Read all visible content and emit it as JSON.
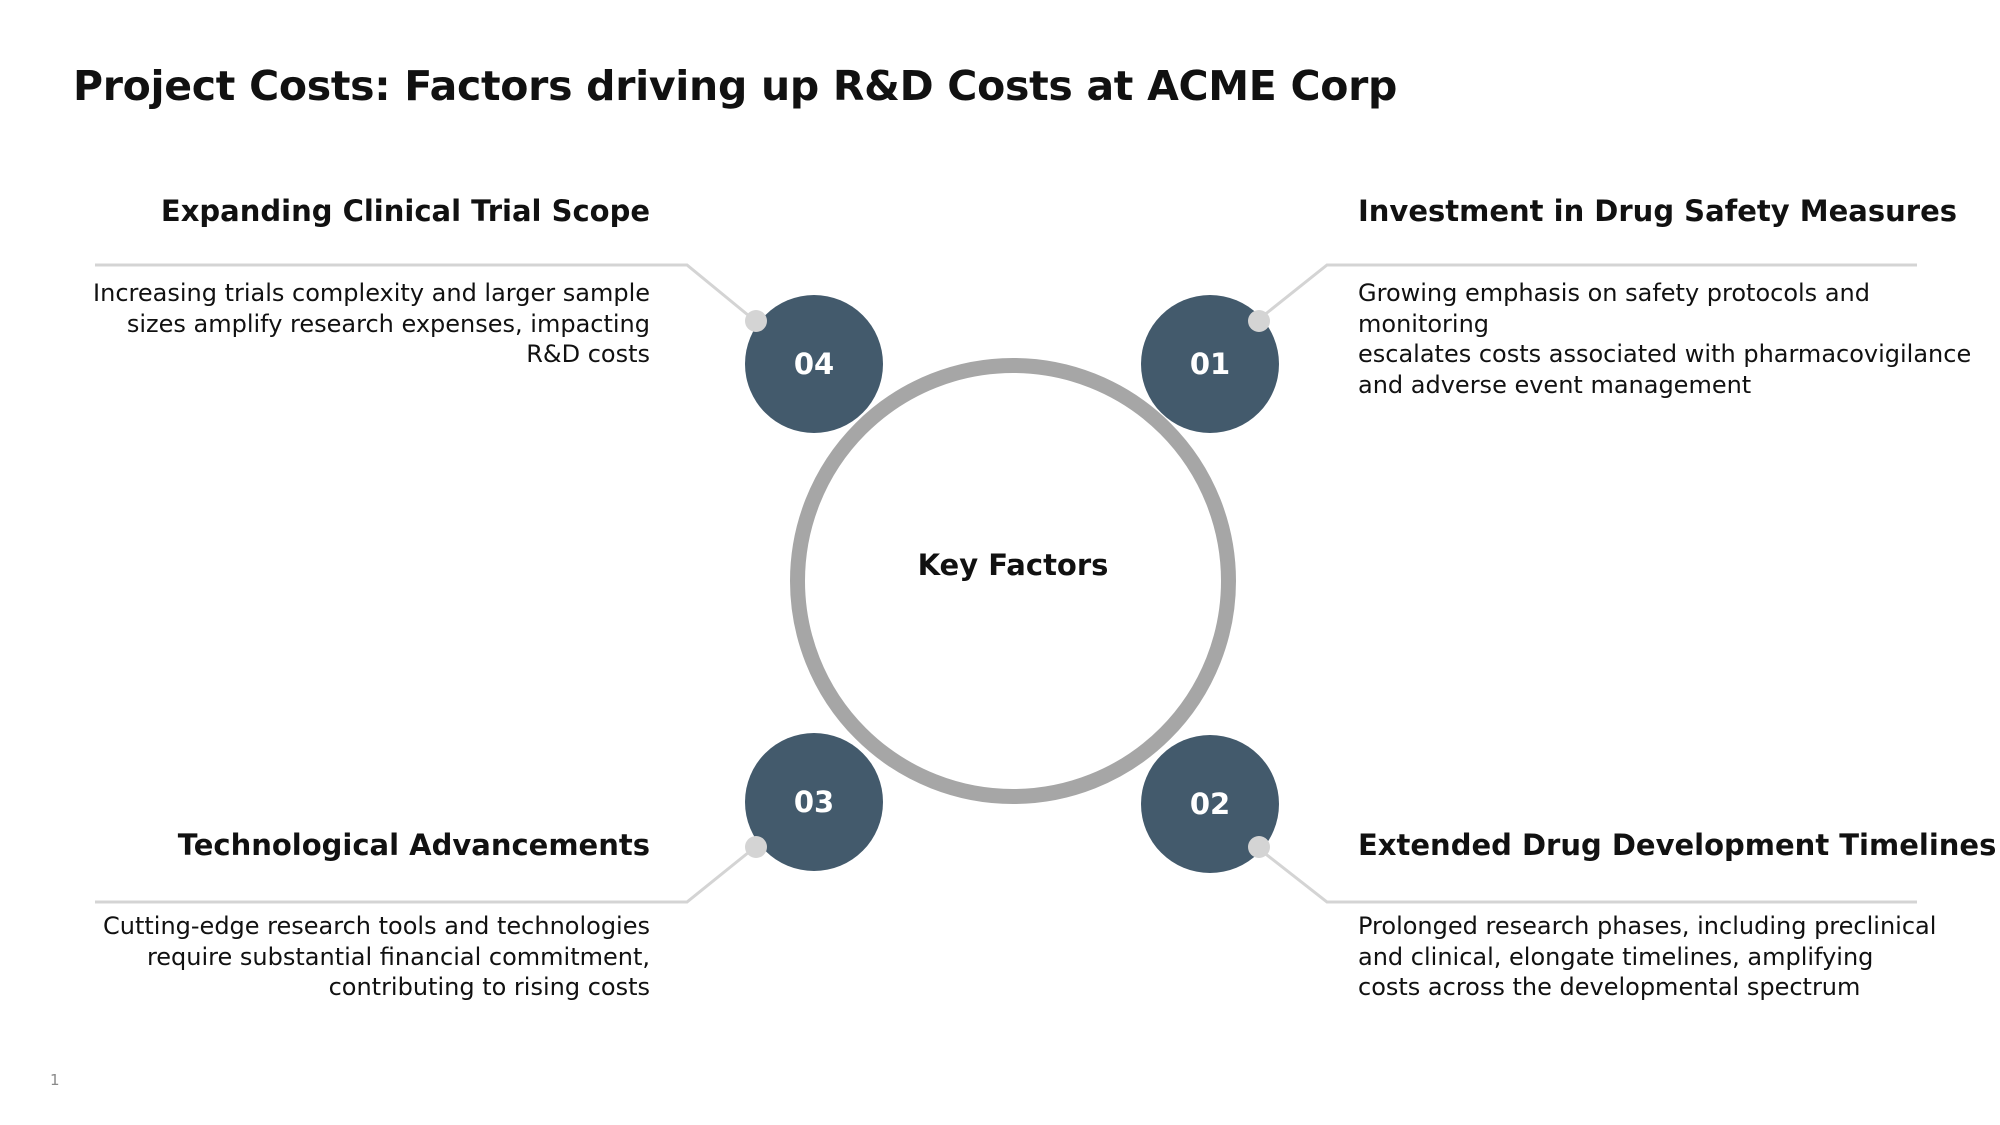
{
  "title": "Project Costs: Factors driving up R&D Costs at ACME Corp",
  "hub": {
    "label": "Key Factors"
  },
  "factors": [
    {
      "number": "01",
      "title": "Investment in Drug Safety Measures",
      "lines": [
        "Growing emphasis on safety protocols and monitoring",
        "escalates costs associated with pharmacovigilance",
        "and adverse event management"
      ]
    },
    {
      "number": "02",
      "title": "Extended Drug Development Timelines",
      "lines": [
        "Prolonged research phases, including preclinical",
        "and clinical, elongate timelines, amplifying",
        "costs across the developmental spectrum"
      ]
    },
    {
      "number": "03",
      "title": "Technological Advancements",
      "lines": [
        "Cutting-edge research tools and technologies",
        "require substantial financial commitment,",
        "contributing to rising costs"
      ]
    },
    {
      "number": "04",
      "title": "Expanding Clinical Trial Scope",
      "lines": [
        "Increasing trials complexity and larger sample",
        "sizes amplify research expenses, impacting",
        "R&D costs"
      ]
    }
  ],
  "page_number": "1",
  "colors": {
    "badge": "#435a6c",
    "ring": "#a6a6a6",
    "connector": "#d4d4d4",
    "text": "#111111"
  }
}
